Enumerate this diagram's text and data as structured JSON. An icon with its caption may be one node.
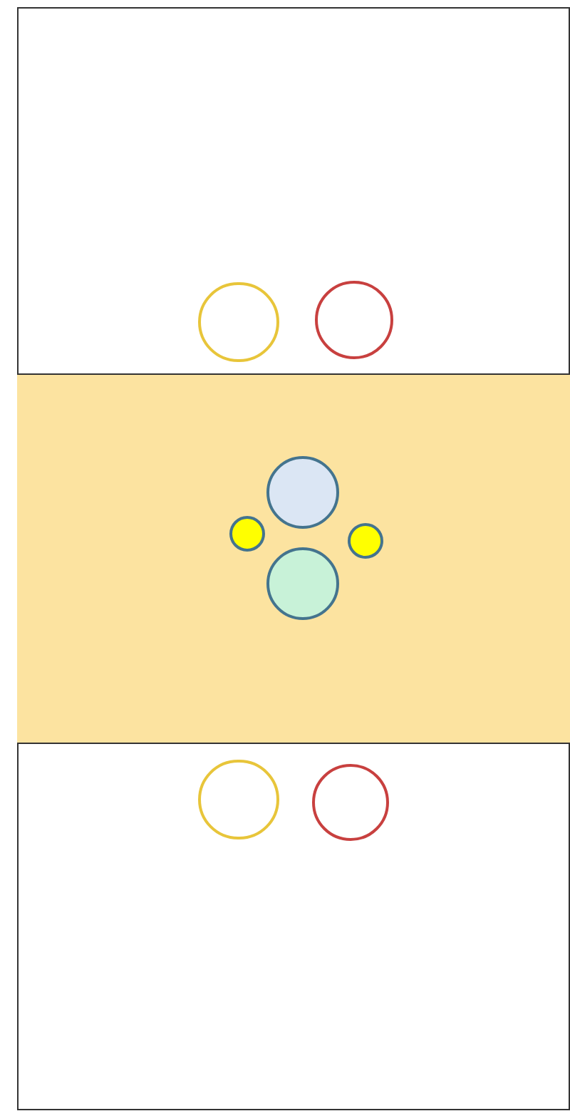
{
  "diagram": {
    "nodes": [
      {
        "text": [],
        "shape": "box"
      },
      {
        "text": [],
        "shape": "circle",
        "in": 0
      },
      {
        "text": [],
        "shape": "circle",
        "in": 0
      },
      {
        "text": [],
        "shape": "bar",
        "in": 0
      },
      {
        "text": [],
        "shape": "circle",
        "in": 3
      },
      {
        "text": [],
        "shape": "circle",
        "in": 3
      },
      {
        "text": [],
        "shape": "circle",
        "in": 3
      },
      {
        "text": [],
        "shape": "circle",
        "in": 3
      },
      {
        "text": [],
        "shape": "circle",
        "in": 0
      },
      {
        "text": [],
        "shape": "circle",
        "in": 0
      }
    ]
  }
}
